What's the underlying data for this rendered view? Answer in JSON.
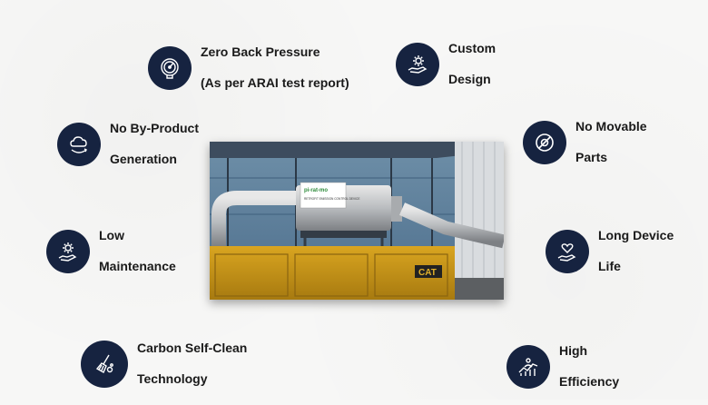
{
  "features": {
    "zero_back_pressure": {
      "title": "Zero Back Pressure",
      "subtitle": "(As per ARAI test report)",
      "icon": "gauge-icon"
    },
    "custom_design": {
      "title": "Custom",
      "subtitle": "Design",
      "icon": "gear-hand-icon"
    },
    "no_byproduct": {
      "title": "No By-Product",
      "subtitle": "Generation",
      "icon": "cloud-cycle-icon"
    },
    "no_movable_parts": {
      "title": "No Movable",
      "subtitle": "Parts",
      "icon": "prohibited-icon"
    },
    "low_maintenance": {
      "title": "Low",
      "subtitle": "Maintenance",
      "icon": "gear-hand-icon"
    },
    "long_device_life": {
      "title": "Long Device",
      "subtitle": "Life",
      "icon": "heart-hand-icon"
    },
    "carbon_self_clean": {
      "title": "Carbon Self-Clean",
      "subtitle": "Technology",
      "icon": "broom-icon"
    },
    "high_efficiency": {
      "title": "High",
      "subtitle": "Efficiency",
      "icon": "growth-chart-icon"
    }
  },
  "photo": {
    "brand_text": "pi-rat-mo",
    "label_text": "RETROFIT EMISSION CONTROL DEVICE",
    "generator_badge": "CAT"
  },
  "colors": {
    "icon_bg": "#162340",
    "text": "#1a1a1a",
    "background": "#f7f7f6"
  }
}
